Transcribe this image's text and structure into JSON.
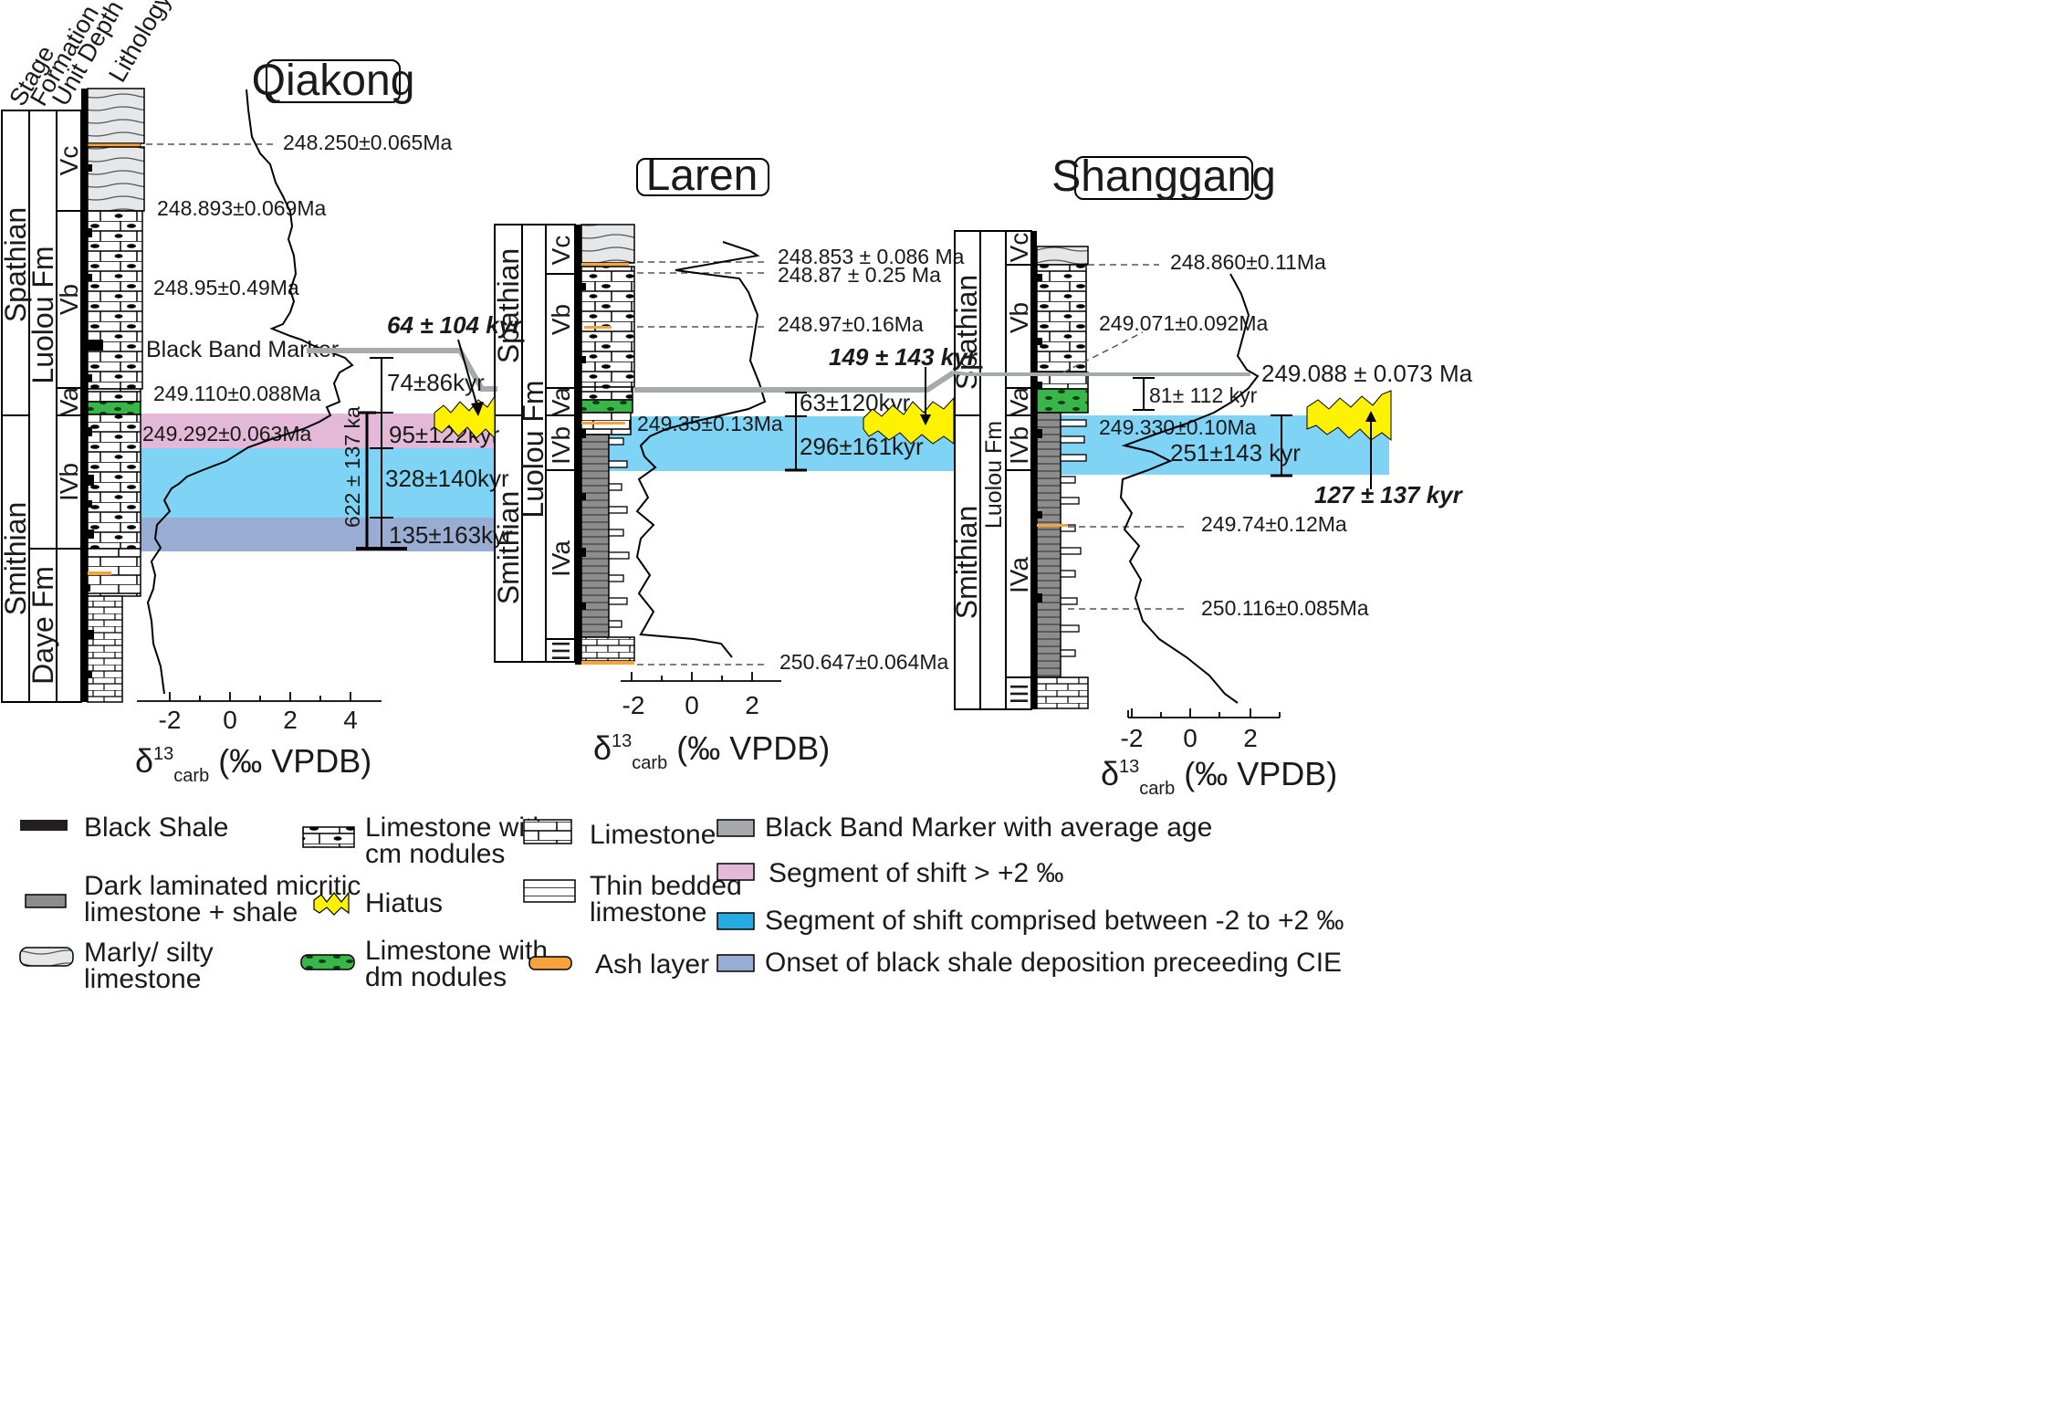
{
  "legend": {
    "black_shale": "Black Shale",
    "dark_lam_1": "Dark laminated micritic",
    "dark_lam_2": "limestone + shale",
    "marly_1": "Marly/ silty",
    "marly_2": "limestone",
    "lst_cm_1": "Limestone with",
    "lst_cm_2": "cm nodules",
    "hiatus": "Hiatus",
    "lst_dm_1": "Limestone with",
    "lst_dm_2": "dm nodules",
    "limestone": "Limestone",
    "thin_1": "Thin bedded",
    "thin_2": "limestone",
    "ash": "Ash layer",
    "bbm": "Black Band Marker with average age",
    "pink": "Segment of shift > +2 ‰",
    "cyan": "Segment of shift comprised between -2 to +2 ‰",
    "slate": "Onset of black shale deposition preceeding CIE"
  },
  "colors": {
    "pink": "#E4B9D8",
    "cyan": "#7FD3F5",
    "slate": "#99ADD3",
    "hiatus": "#FFF200",
    "ash": "#F7A33C",
    "nodule_green": "#3AB54A",
    "marker_gray": "#A7A9AC"
  },
  "headers": {
    "stage": "Stage",
    "formation": "Formation",
    "unit": "Unit",
    "depth": "Depth (m)",
    "lithology": "Lithology"
  },
  "qiakong": {
    "title": "Qiakong",
    "stages": {
      "spathian": "Spathian",
      "smithian": "Smithian"
    },
    "formations": {
      "luolou": "Luolou Fm",
      "daye": "Daye Fm"
    },
    "units": {
      "vc": "Vc",
      "vb": "Vb",
      "va": "Va",
      "ivb": "IVb"
    },
    "ages": [
      "248.250±0.065Ma",
      "248.893±0.069Ma",
      "248.95±0.49Ma",
      "249.110±0.088Ma",
      "249.292±0.063Ma"
    ],
    "bbm_label": "Black Band Marker",
    "shifts": {
      "s1": "74±86kyr",
      "s2": "95±122kyr",
      "s3": "328±140kyr",
      "s4": "135±163kyr",
      "total": "622 ± 137 ka"
    },
    "xticks": [
      "-2",
      "0",
      "2",
      "4"
    ]
  },
  "laren": {
    "title": "Laren",
    "stages": {
      "spathian": "Spathian",
      "smithian": "Smithian"
    },
    "formations": {
      "luolou": "Luolou Fm"
    },
    "units": {
      "vc": "Vc",
      "vb": "Vb",
      "va": "Va",
      "ivb": "IVb",
      "iva": "IVa",
      "iii": "III"
    },
    "ages": [
      "248.853 ± 0.086 Ma",
      "248.87 ± 0.25 Ma",
      "248.97±0.16Ma",
      "249.35±0.13Ma",
      "250.647±0.064Ma"
    ],
    "shifts": {
      "s1": "63±120kyr",
      "s2": "296±161kyr"
    },
    "xticks": [
      "-2",
      "0",
      "2"
    ]
  },
  "shanggang": {
    "title": "Shanggang",
    "stages": {
      "spathian": "Spathian",
      "smithian": "Smithian"
    },
    "formations": {
      "luolou": "Luolou Fm"
    },
    "units": {
      "vc": "Vc",
      "vb": "Vb",
      "va": "Va",
      "ivb": "IVb",
      "iva": "IVa",
      "iii": "III"
    },
    "ages": [
      "248.860±0.11Ma",
      "249.071±0.092Ma",
      "249.088 ± 0.073 Ma",
      "249.330±0.10Ma",
      "249.74±0.12Ma",
      "250.116±0.085Ma"
    ],
    "shifts": {
      "s1": "81±  112 kyr",
      "s2": "251±143 kyr"
    },
    "xticks": [
      "-2",
      "0",
      "2"
    ]
  },
  "hiatuses": {
    "h1": "64 ± 104 kyr",
    "h2": "149 ± 143 kyr",
    "h3": "127 ± 137 kyr"
  },
  "xlabel": {
    "delta": "δ",
    "sup": "13",
    "sub": "carb",
    "units": "(‰ VPDB)"
  }
}
